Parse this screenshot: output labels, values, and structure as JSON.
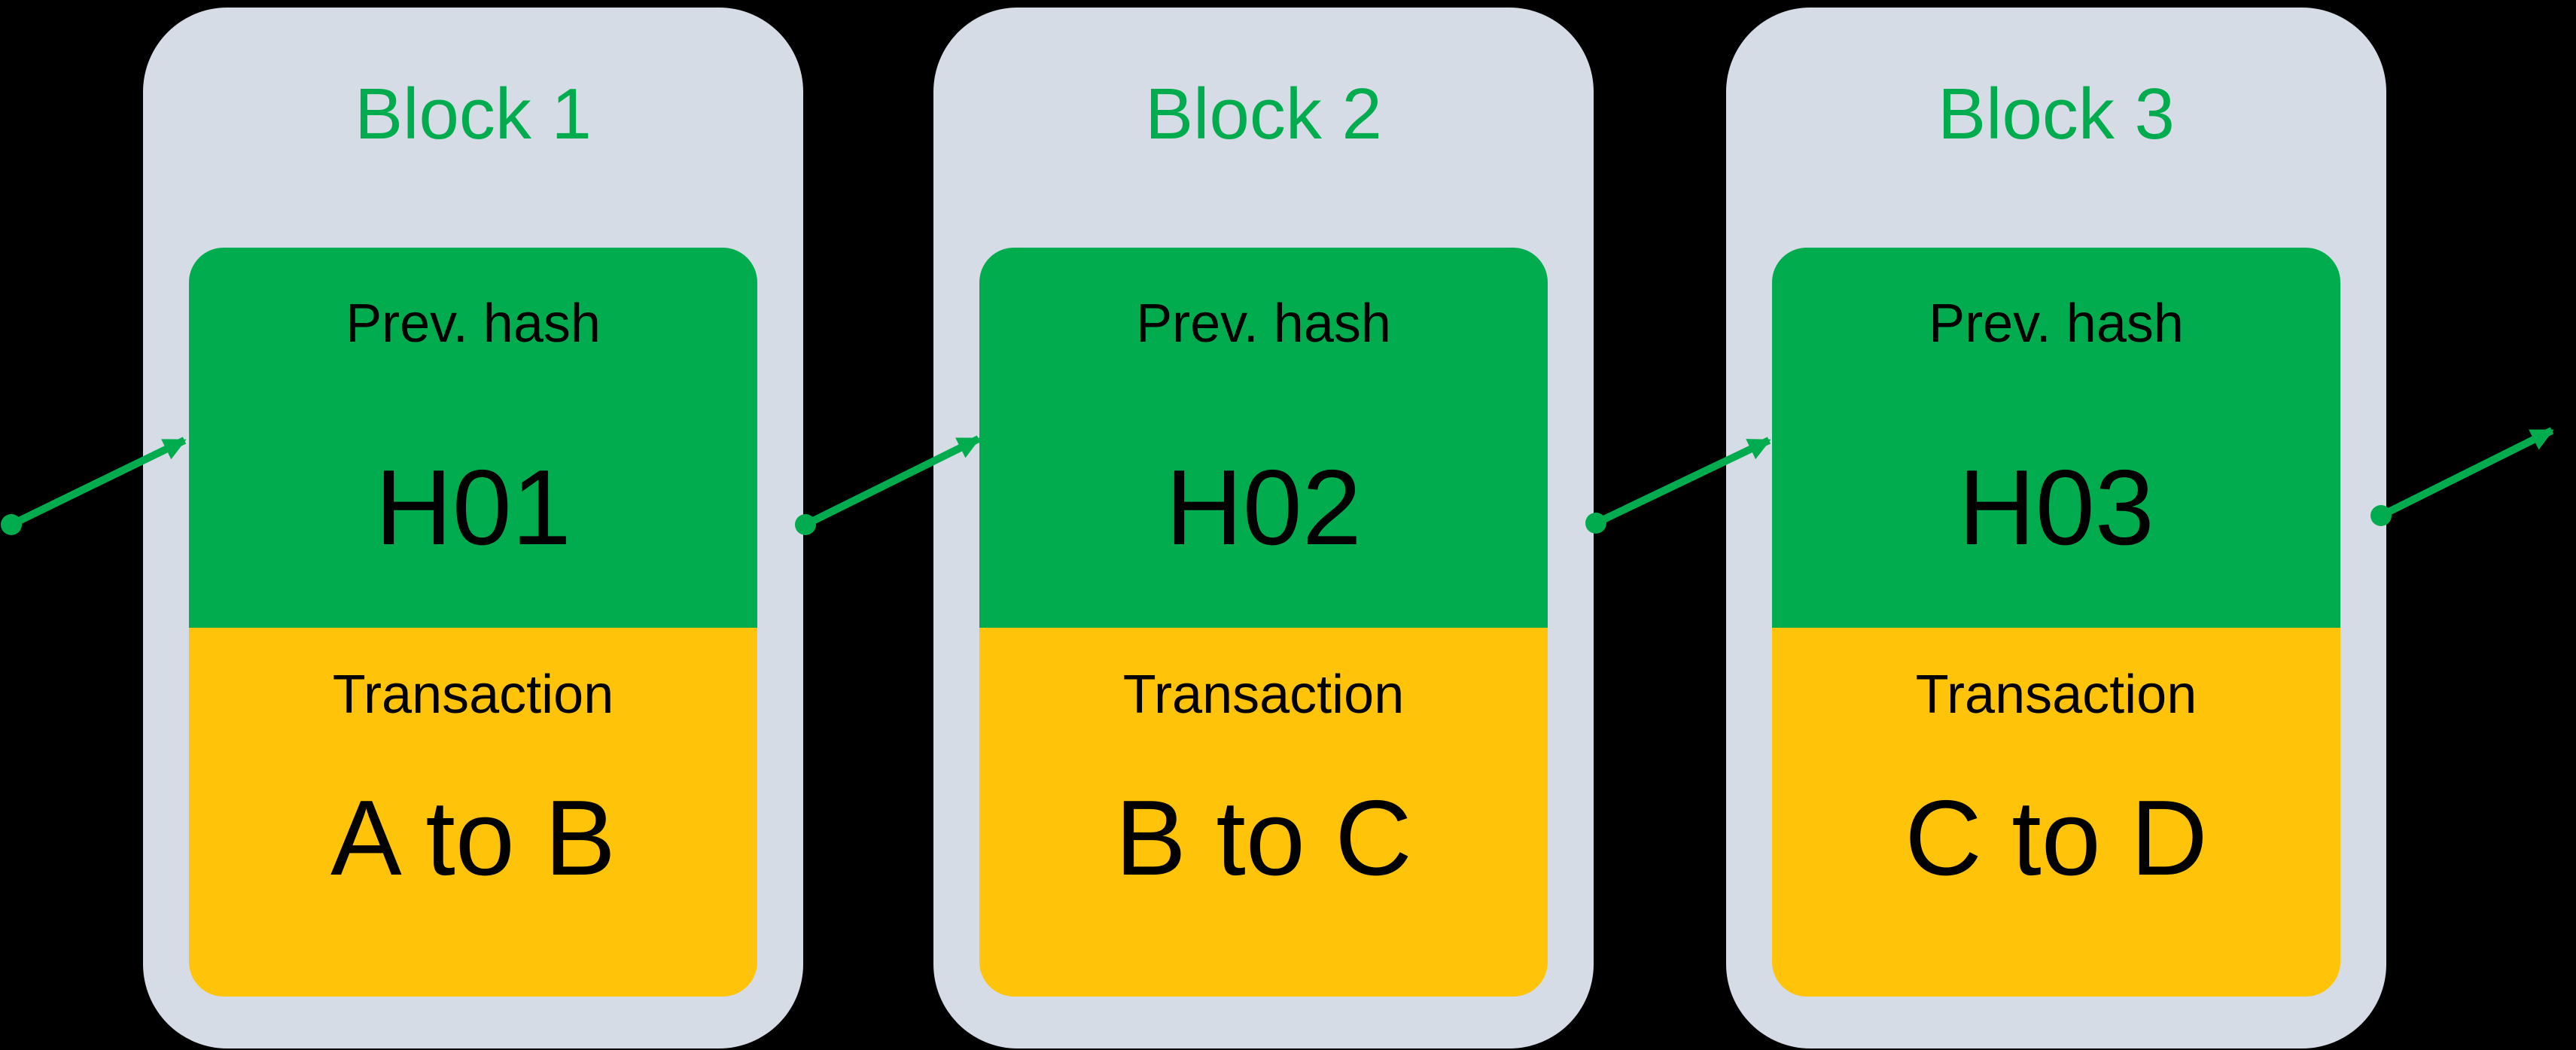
{
  "diagram": {
    "type": "blockchain-chain-diagram",
    "background_color": "#000000",
    "colors": {
      "green": "#00AC4E",
      "yellow": "#FFC30A",
      "container": "#D6DCE5",
      "text_dark": "#000000",
      "background": "#000000"
    },
    "blocks": [
      {
        "title": "Block 1",
        "hash_label": "Prev. hash",
        "hash_value": "H01",
        "tx_label": "Transaction",
        "tx_value": "A to B"
      },
      {
        "title": "Block 2",
        "hash_label": "Prev. hash",
        "hash_value": "H02",
        "tx_label": "Transaction",
        "tx_value": "B to C"
      },
      {
        "title": "Block 3",
        "hash_label": "Prev. hash",
        "hash_value": "H03",
        "tx_label": "Transaction",
        "tx_value": "C to D"
      }
    ],
    "arrow_count": 4
  }
}
